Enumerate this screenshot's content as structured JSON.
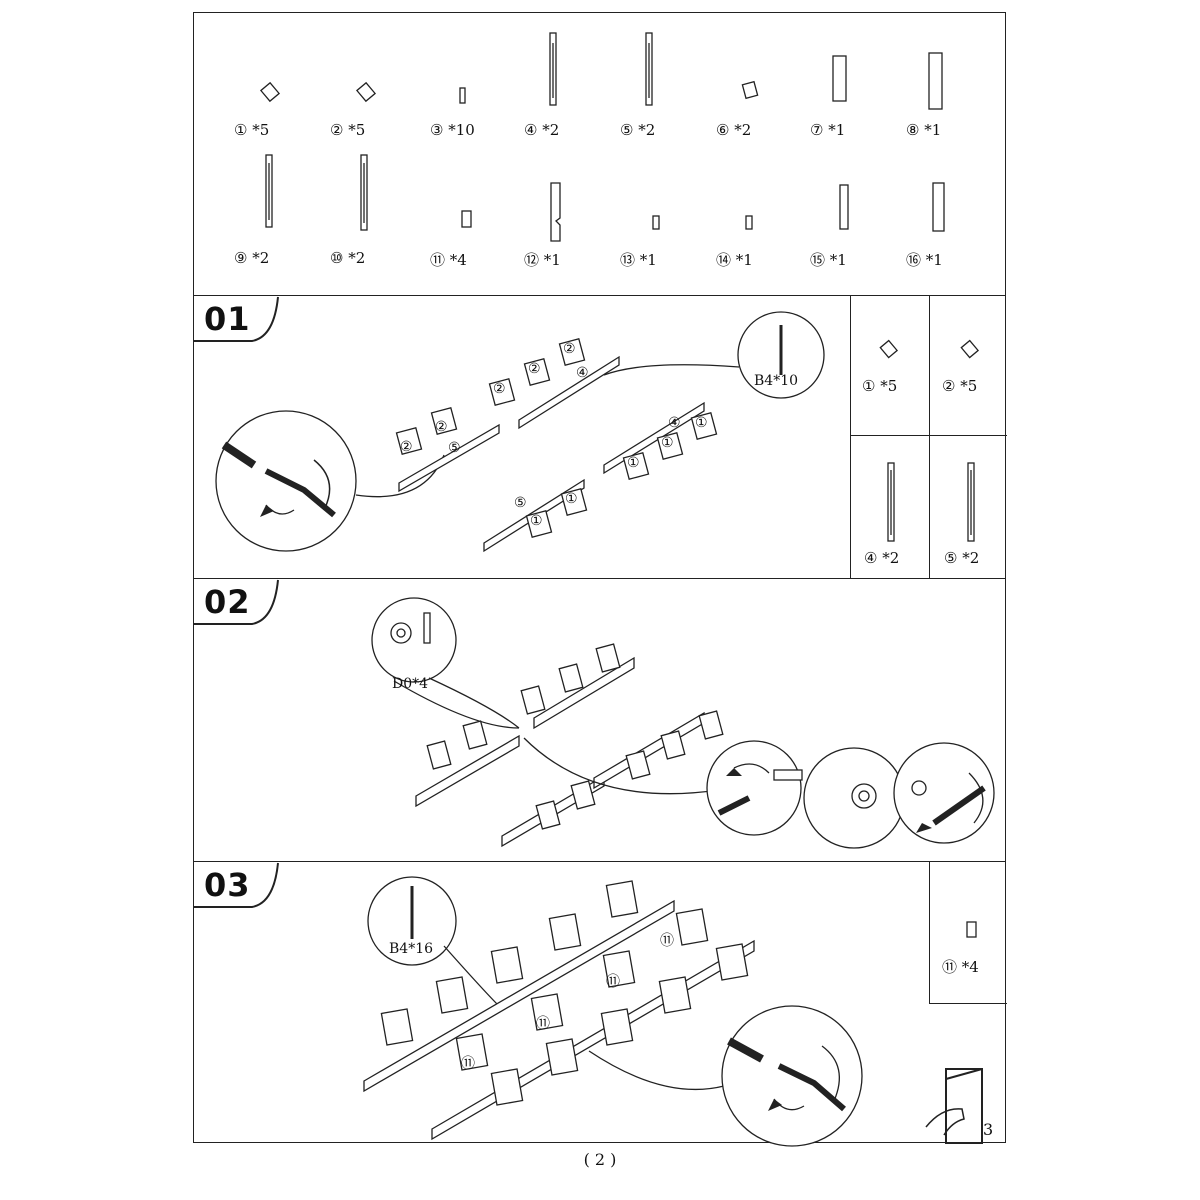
{
  "parts_list": [
    {
      "label": "① *5"
    },
    {
      "label": "② *5"
    },
    {
      "label": "③ *10"
    },
    {
      "label": "④ *2"
    },
    {
      "label": "⑤ *2"
    },
    {
      "label": "⑥ *2"
    },
    {
      "label": "⑦ *1"
    },
    {
      "label": "⑧ *1"
    },
    {
      "label": "⑨ *2"
    },
    {
      "label": "⑩ *2"
    },
    {
      "label": "⑪ *4"
    },
    {
      "label": "⑫ *1"
    },
    {
      "label": "⑬ *1"
    },
    {
      "label": "⑭ *1"
    },
    {
      "label": "⑮ *1"
    },
    {
      "label": "⑯ *1"
    }
  ],
  "steps": [
    {
      "number": "01",
      "hardware": "B4*10",
      "side_parts": [
        "① *5",
        "② *5",
        "④ *2",
        "⑤ *2"
      ]
    },
    {
      "number": "02",
      "hardware": "D0*4"
    },
    {
      "number": "03",
      "hardware": "B4*16",
      "side_parts": [
        "⑪ *4"
      ]
    }
  ],
  "callouts": {
    "one": "①",
    "two": "②",
    "four": "④",
    "five": "⑤",
    "eleven": "⑪"
  },
  "page_number": "( 2 )",
  "next_page": "3"
}
